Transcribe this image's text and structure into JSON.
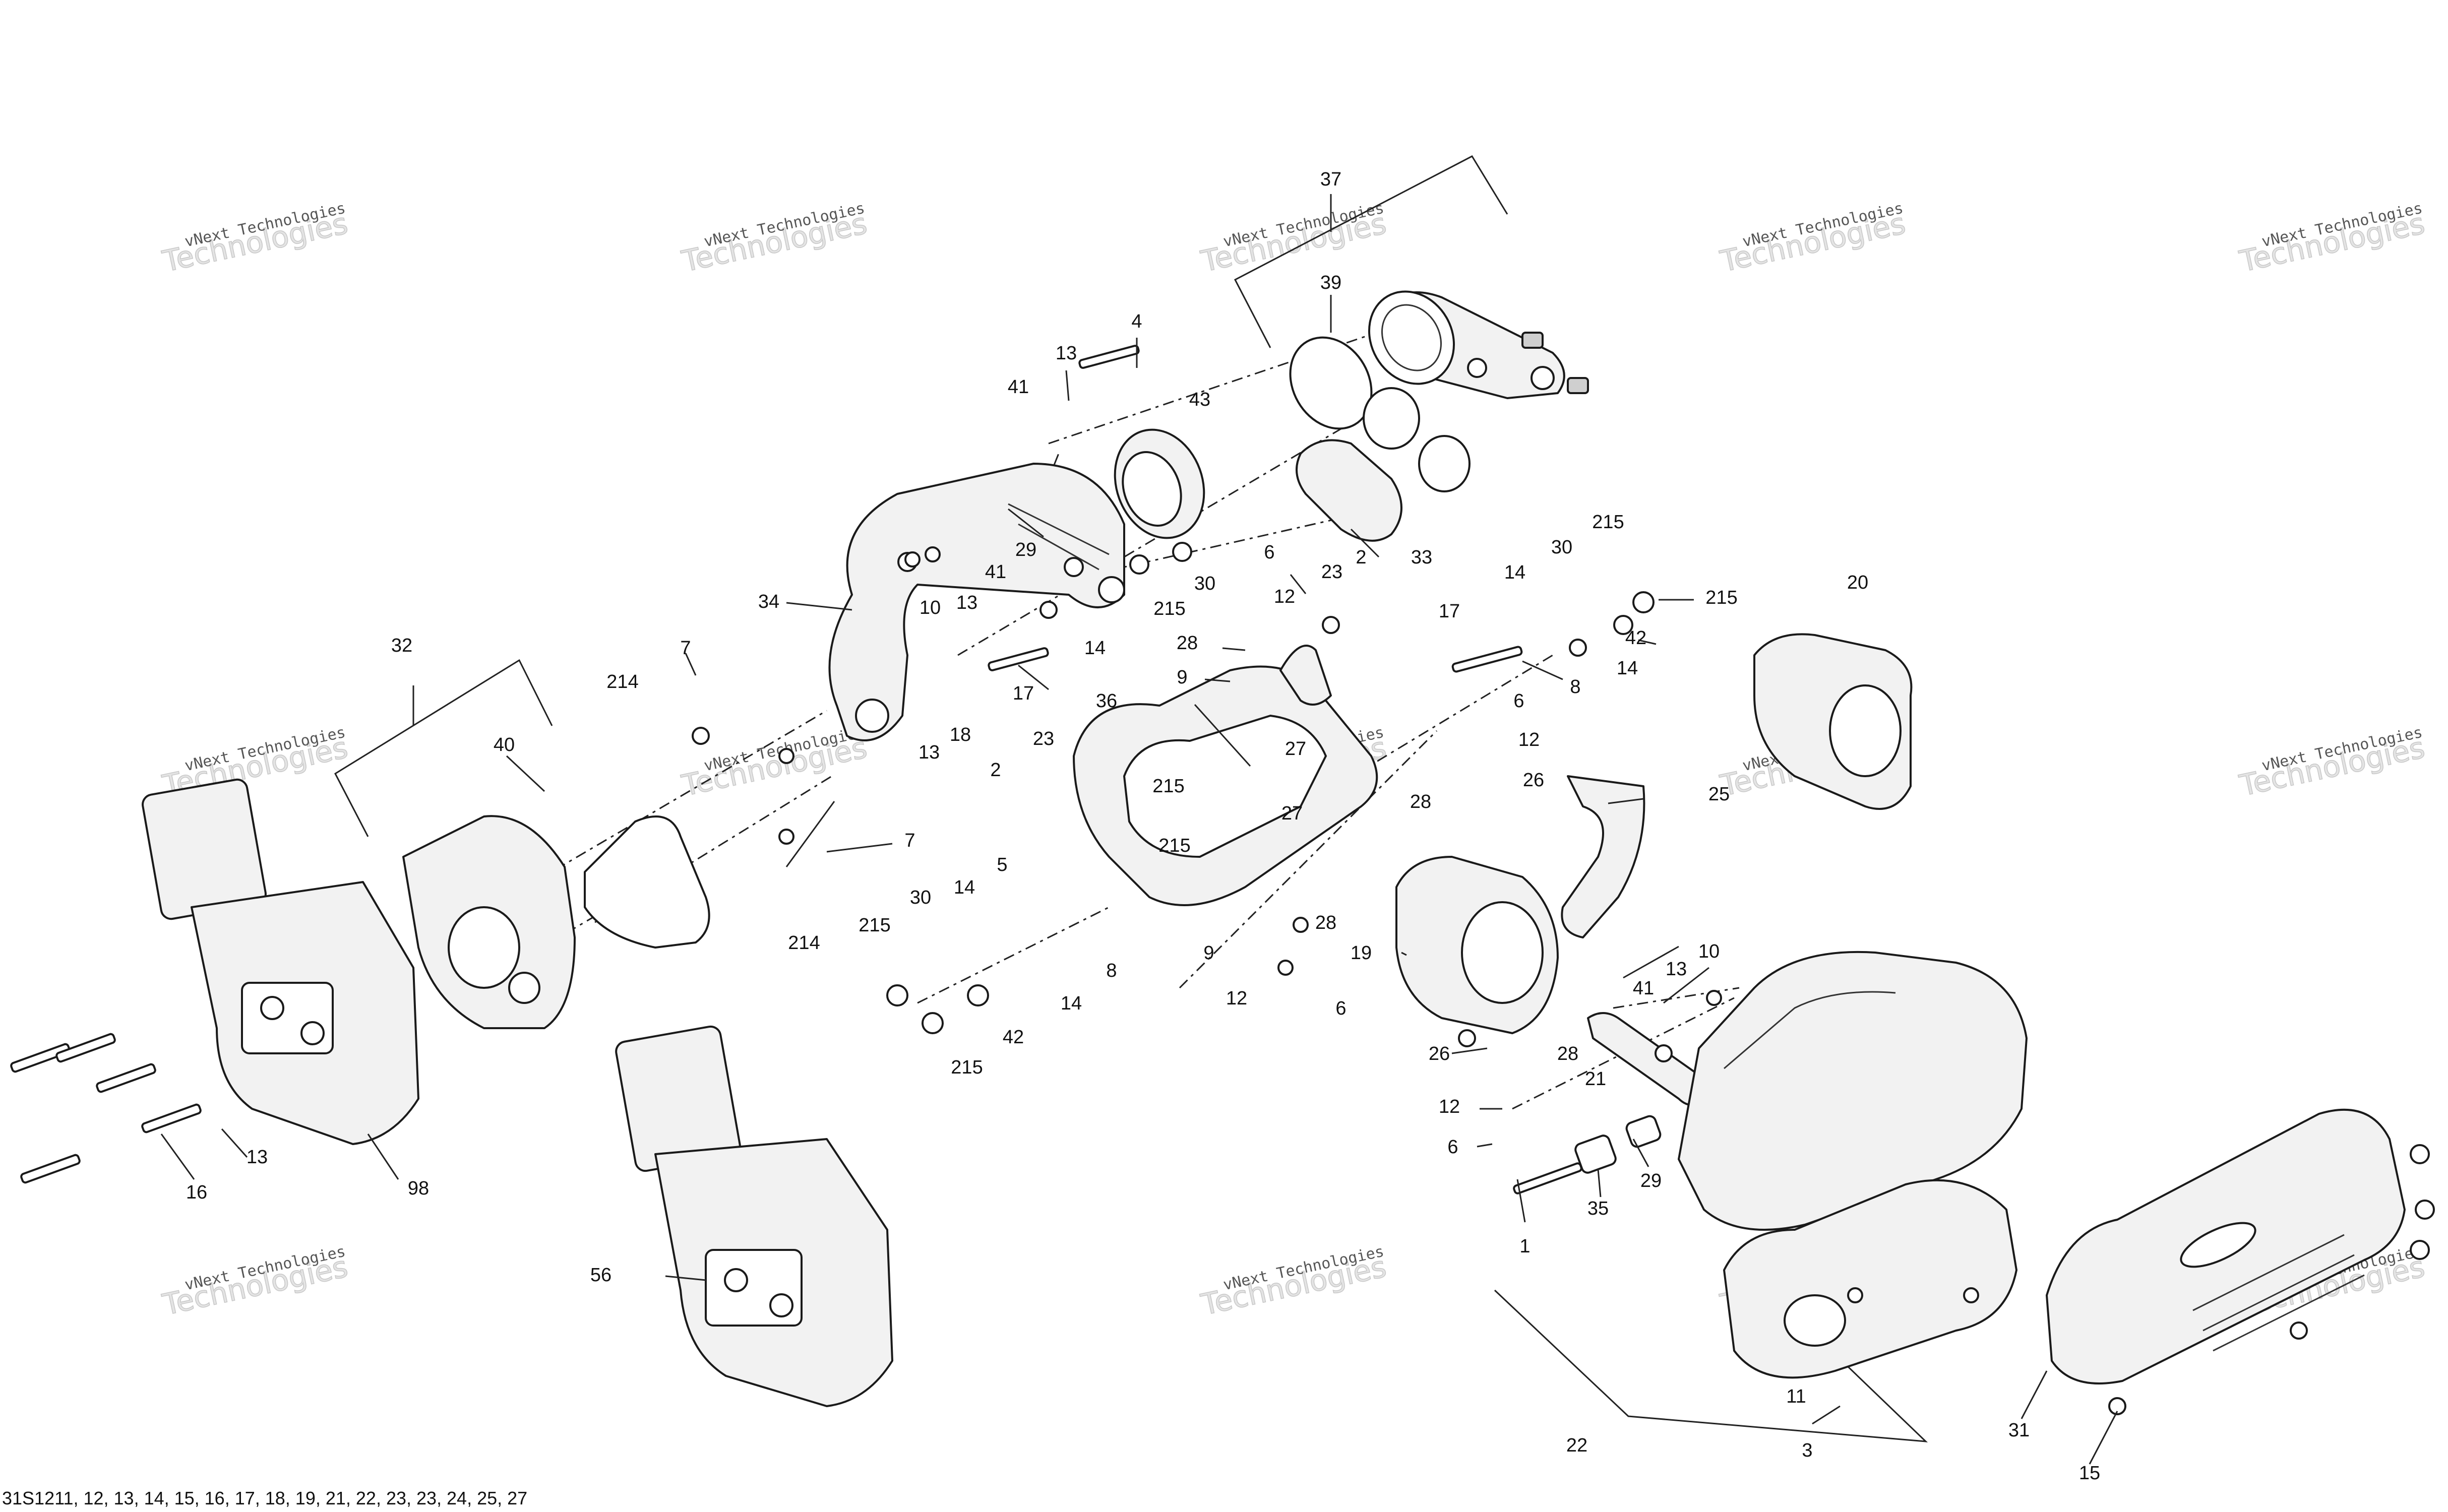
{
  "footer_text": "31S1211, 12, 13, 14, 15, 16, 17, 18, 19, 21, 22, 23, 23, 24, 25, 27",
  "watermark": {
    "line1": "vNext Technologies",
    "line2": "Technologies"
  },
  "callouts": [
    "37",
    "39",
    "4",
    "13",
    "41",
    "43",
    "29",
    "33",
    "34",
    "10",
    "13",
    "41",
    "14",
    "17",
    "30",
    "215",
    "6",
    "12",
    "28",
    "9",
    "23",
    "2",
    "17",
    "14",
    "8",
    "30",
    "215",
    "215",
    "42",
    "14",
    "20",
    "32",
    "7",
    "214",
    "40",
    "214",
    "7",
    "18",
    "13",
    "36",
    "23",
    "2",
    "27",
    "215",
    "27",
    "215",
    "5",
    "14",
    "8",
    "30",
    "215",
    "14",
    "42",
    "215",
    "9",
    "12",
    "28",
    "6",
    "6",
    "12",
    "28",
    "26",
    "25",
    "19",
    "10",
    "13",
    "41",
    "21",
    "26",
    "28",
    "12",
    "6",
    "35",
    "1",
    "29",
    "98",
    "13",
    "16",
    "56",
    "22",
    "11",
    "3",
    "31",
    "15"
  ]
}
